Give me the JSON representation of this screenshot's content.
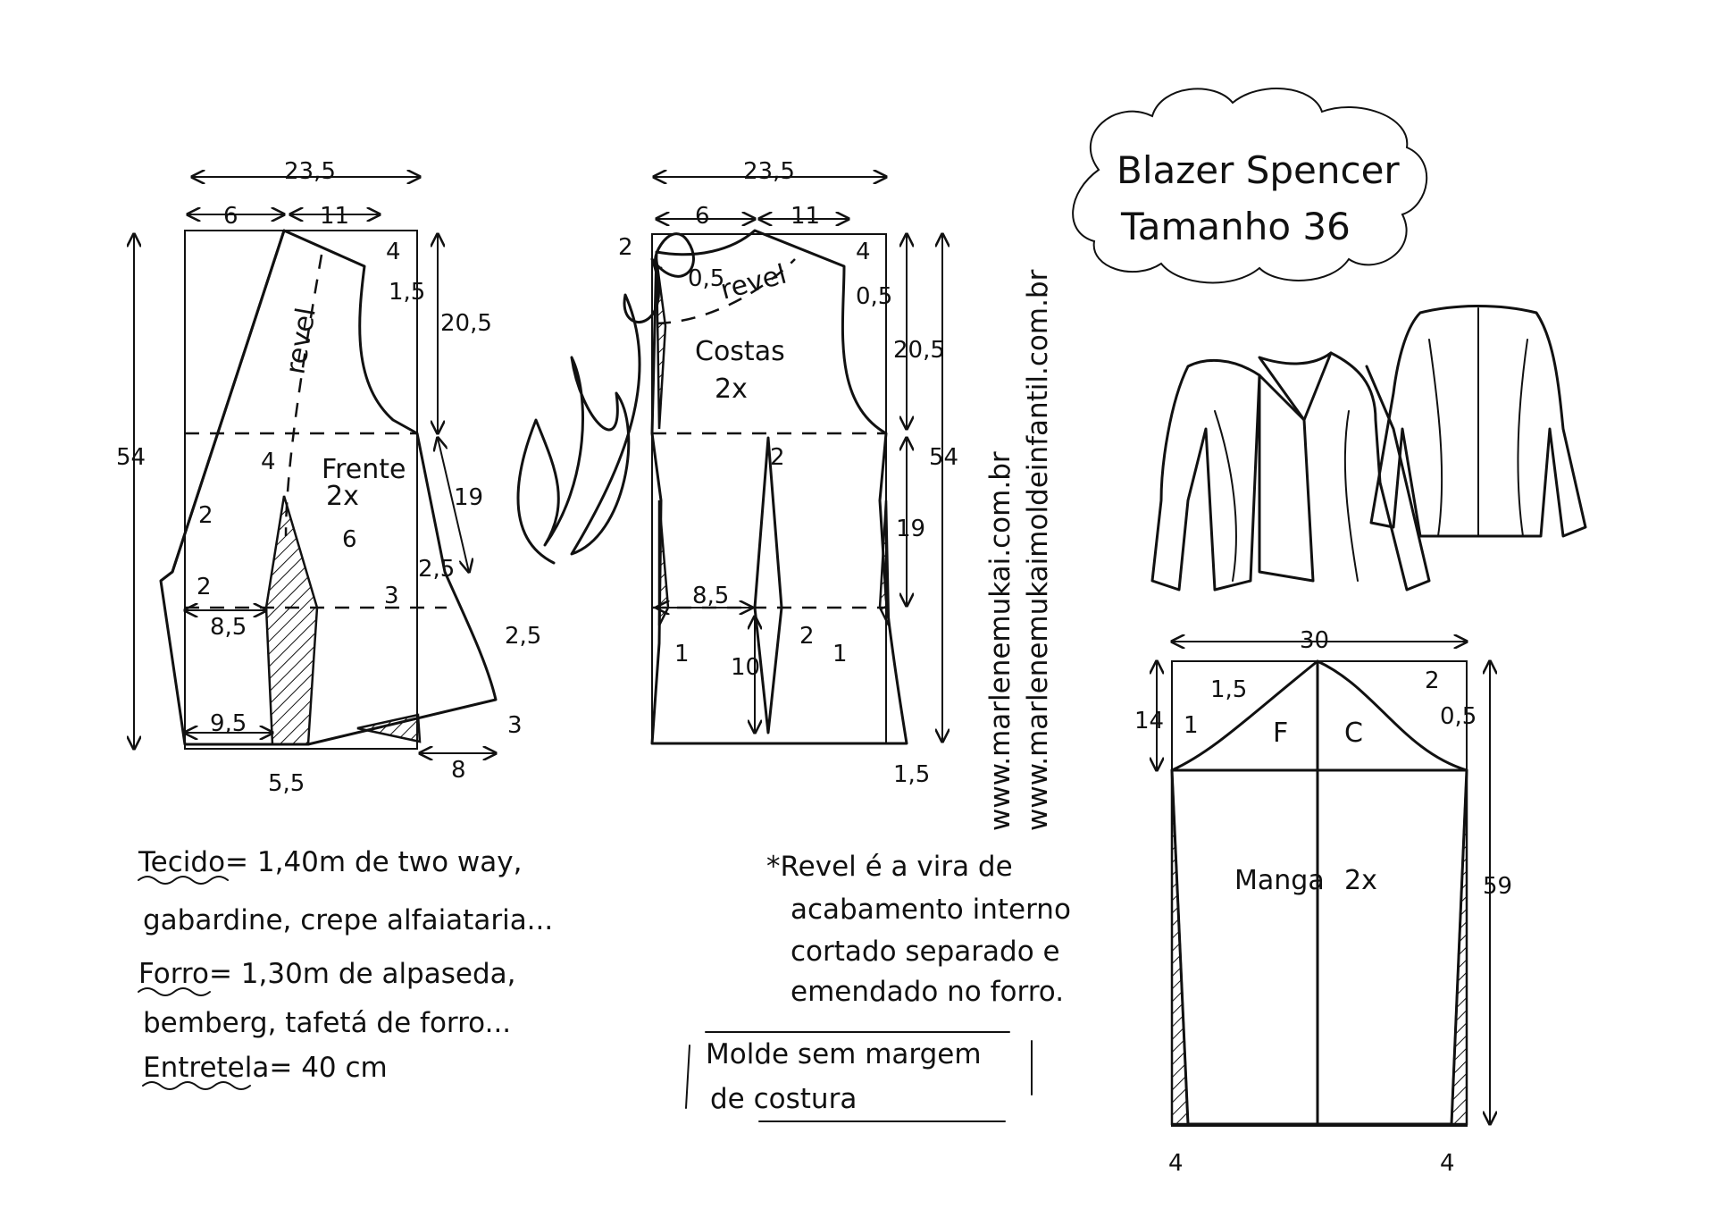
{
  "title": {
    "line1": "Blazer Spencer",
    "line2": "Tamanho 36"
  },
  "front": {
    "name": "Frente",
    "count": "2x",
    "facing": "revel",
    "dims": {
      "width": "23,5",
      "neck_w": "6",
      "shoulder_w": "11",
      "shoulder_drop": "4",
      "armhole": "1,5",
      "armhole_h": "20,5",
      "height": "54",
      "side": "19",
      "waist_in": "2,5",
      "waist_drop": "3",
      "front_out": "2",
      "front_drop": "2",
      "waist_x": "8,5",
      "hem_x": "9,5",
      "dart_top": "4",
      "dart_w": "6",
      "dart_hem": "5,5",
      "hem_drop": "3",
      "hem_ext": "8",
      "hem_curve": "2,5"
    }
  },
  "back": {
    "name": "Costas",
    "count": "2x",
    "facing": "revel",
    "dims": {
      "width": "23,5",
      "neck_w": "6",
      "shoulder_w": "11",
      "shoulder_drop": "4",
      "neck_drop": "2",
      "neck_in": "0,5",
      "armhole": "0,5",
      "armhole_h": "20,5",
      "height": "54",
      "side": "19",
      "dart_top": "2",
      "dart_x": "8,5",
      "dart_w": "2",
      "dart_len": "10",
      "side_in_l": "1",
      "side_in_r": "1",
      "hem_ext": "1,5"
    }
  },
  "sleeve": {
    "name": "Manga",
    "count": "2x",
    "front": "F",
    "back": "C",
    "dims": {
      "width": "30",
      "cap_h": "14",
      "length": "59",
      "cap_f": "1,5",
      "cap_b": "2",
      "cap_f2": "1",
      "cap_b2": "0,5",
      "wrist_l": "4",
      "wrist_r": "4"
    }
  },
  "websites": {
    "site1": "www.marlenemukai.com.br",
    "site2": "www.marlenemukaimoldeinfantil.com.br"
  },
  "materials": {
    "tecido_label": "Tecido",
    "tecido_line1": "= 1,40m de  two way,",
    "tecido_line2": "gabardine, crepe alfaiataria...",
    "forro_label": "Forro",
    "forro_line1": "= 1,30m de  alpaseda,",
    "forro_line2": "bemberg, tafetá de forro...",
    "entretela_label": "Entretela",
    "entretela_value": "= 40 cm"
  },
  "revel_note": {
    "line1": "*Revel é a vira de",
    "line2": "acabamento interno",
    "line3": "cortado separado e",
    "line4": "emendado no forro."
  },
  "margin_note": {
    "line1": "Molde sem margem",
    "line2": "de  costura"
  }
}
